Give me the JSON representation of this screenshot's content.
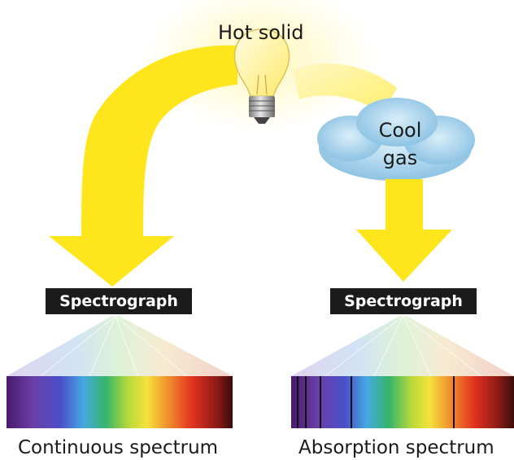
{
  "labels": {
    "source": "Hot solid",
    "gas_line1": "Cool",
    "gas_line2": "gas"
  },
  "instruments": {
    "left": "Spectrograph",
    "right": "Spectrograph"
  },
  "captions": {
    "left": "Continuous spectrum",
    "right": "Absorption spectrum"
  },
  "colors": {
    "beam": "#ffe61c",
    "glow": "#fff6b0",
    "cloud": "#a9d4ee",
    "box": "#1b1b1b"
  }
}
